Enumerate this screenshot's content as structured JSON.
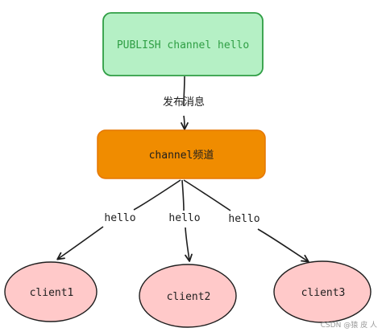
{
  "nodes": {
    "publish_box": {
      "label": "PUBLISH channel hello",
      "fill": "#b5f0c5",
      "stroke": "#2f9e44",
      "text_color": "#2f9e44"
    },
    "channel_box": {
      "label": "channel频道",
      "fill": "#f08c00",
      "stroke": "#e67700",
      "text_color": "#1e1e1e"
    },
    "clients": [
      {
        "label": "client1",
        "fill": "#ffc9c9",
        "stroke": "#1e1e1e"
      },
      {
        "label": "client2",
        "fill": "#ffc9c9",
        "stroke": "#1e1e1e"
      },
      {
        "label": "client3",
        "fill": "#ffc9c9",
        "stroke": "#1e1e1e"
      }
    ]
  },
  "edges": {
    "publish_to_channel": {
      "label": "发布消息"
    },
    "channel_to_clients": [
      {
        "label": "hello"
      },
      {
        "label": "hello"
      },
      {
        "label": "hello"
      }
    ]
  },
  "watermark": "CSDN @猿 皮 人",
  "colors": {
    "arrow": "#1e1e1e",
    "label_text": "#1e1e1e"
  }
}
